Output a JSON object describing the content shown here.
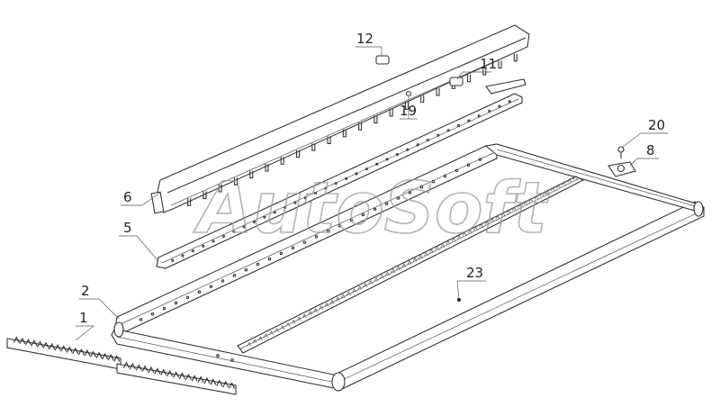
{
  "watermark": "AutoSoft",
  "callouts": [
    {
      "id": "1",
      "label": "1"
    },
    {
      "id": "2",
      "label": "2"
    },
    {
      "id": "5",
      "label": "5"
    },
    {
      "id": "6",
      "label": "6"
    },
    {
      "id": "8",
      "label": "8"
    },
    {
      "id": "11",
      "label": "11"
    },
    {
      "id": "12",
      "label": "12"
    },
    {
      "id": "19",
      "label": "19"
    },
    {
      "id": "20",
      "label": "20"
    },
    {
      "id": "23",
      "label": "23"
    }
  ],
  "colors": {
    "line": "#333333",
    "watermark": "#9a9a9a",
    "background": "#ffffff"
  }
}
